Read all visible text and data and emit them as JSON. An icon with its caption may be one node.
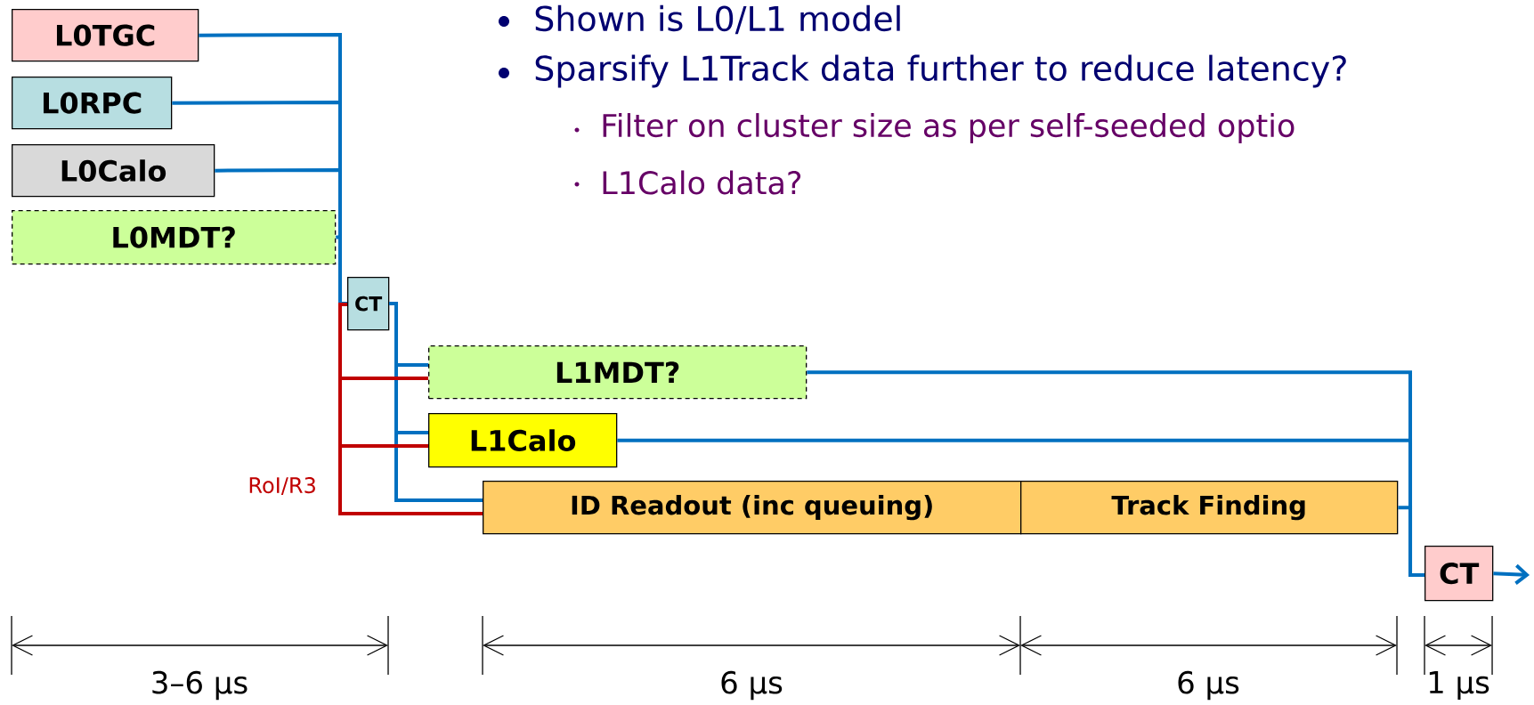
{
  "diagram": {
    "nodes": [
      {
        "text": [
          "L0TGC"
        ]
      },
      {
        "text": [
          "L0RPC"
        ]
      },
      {
        "text": [
          "L0Calo"
        ]
      },
      {
        "text": [
          "L0MDT?"
        ]
      },
      {
        "text": [
          "CT"
        ]
      },
      {
        "text": [
          "L1MDT?"
        ]
      },
      {
        "text": [
          "L1Calo"
        ]
      },
      {
        "text": [
          "ID Readout (inc queuing)"
        ]
      },
      {
        "text": [
          "Track Finding"
        ]
      },
      {
        "text": [
          "CT"
        ]
      }
    ],
    "edges": [
      {
        "from": 0,
        "to": 4,
        "arrow": "none"
      },
      {
        "from": 1,
        "to": 4,
        "arrow": "none"
      },
      {
        "from": 2,
        "to": 4,
        "arrow": "none"
      },
      {
        "from": 3,
        "to": 4,
        "arrow": "none"
      },
      {
        "from": 4,
        "to": 5,
        "arrow": "none"
      },
      {
        "from": 4,
        "to": 6,
        "arrow": "none"
      },
      {
        "from": 4,
        "to": 7,
        "arrow": "none"
      },
      {
        "from": 4,
        "to": 5,
        "arrow": "none",
        "color": "#c00000"
      },
      {
        "from": 4,
        "to": 6,
        "arrow": "none",
        "color": "#c00000"
      },
      {
        "from": 4,
        "to": 7,
        "arrow": "none",
        "color": "#c00000"
      },
      {
        "from": 5,
        "to": 9,
        "arrow": "none"
      },
      {
        "from": 6,
        "to": 9,
        "arrow": "none"
      },
      {
        "from": 8,
        "to": 9,
        "arrow": "none"
      },
      {
        "from": 9,
        "to": null,
        "arrow": "to"
      }
    ],
    "labels": [
      "Shown is L0/L1 model",
      "Sparsify L1Track data further to reduce latency?",
      "Filter on cluster size as per self-seeded optio",
      "L1Calo data?",
      "RoI/R3",
      "3–6 μs",
      "6 μs",
      "6 μs",
      "1 μs"
    ]
  }
}
